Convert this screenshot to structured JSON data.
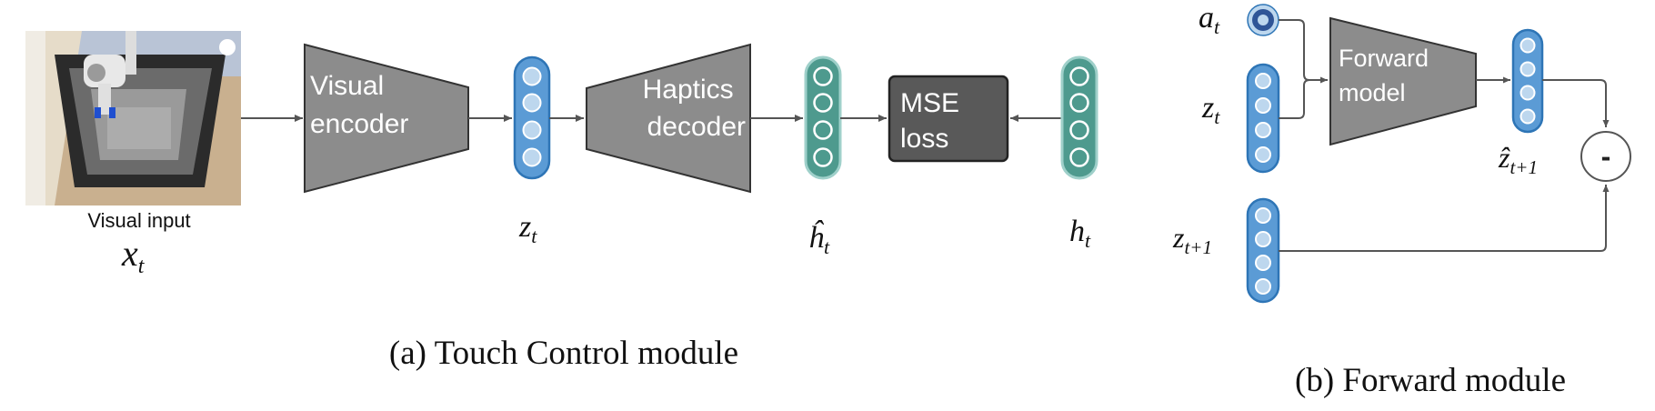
{
  "panel_a": {
    "caption": "(a) Touch Control module",
    "visual_input_label": "Visual input",
    "x_symbol": "x",
    "x_subscript": "t",
    "visual_encoder_line1": "Visual",
    "visual_encoder_line2": "encoder",
    "haptics_decoder_line1": "Haptics",
    "haptics_decoder_line2": "decoder",
    "mse_line1": "MSE",
    "mse_line2": "loss",
    "z_symbol": "z",
    "z_subscript": "t",
    "hhat_symbol": "ĥ",
    "hhat_subscript": "t",
    "h_symbol": "h",
    "h_subscript": "t"
  },
  "panel_b": {
    "caption": "(b) Forward module",
    "a_symbol": "a",
    "a_subscript": "t",
    "z_symbol": "z",
    "z_subscript": "t",
    "forward_line1": "Forward",
    "forward_line2": "model",
    "zhat_symbol": "ẑ",
    "zhat_subscript": "t+1",
    "znext_symbol": "z",
    "znext_subscript": "t+1",
    "minus_symbol": "-"
  },
  "colors": {
    "blue_fill": "#5b9bd5",
    "blue_stroke": "#2e75b6",
    "teal_fill": "#4e9a8e",
    "teal_stroke": "#2f6f66",
    "gray_block": "#8c8c8c",
    "dark_block": "#595959",
    "arrow": "#555555"
  }
}
